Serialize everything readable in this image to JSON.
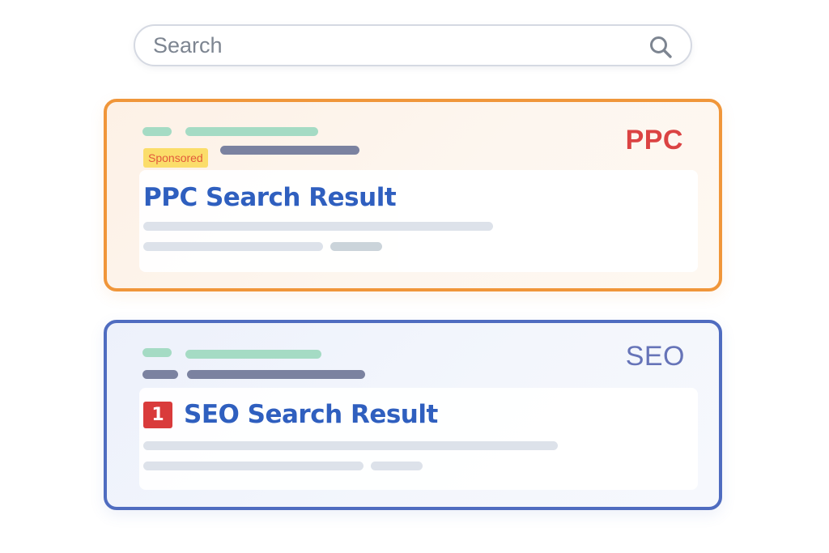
{
  "search": {
    "placeholder": "Search",
    "icon": "search-icon"
  },
  "ppc_card": {
    "label": "PPC",
    "badge": "Sponsored",
    "title": "PPC Search Result",
    "accent": "#f0963a",
    "label_color": "#db4343"
  },
  "seo_card": {
    "label": "SEO",
    "rank": "1",
    "title": "SEO Search Result",
    "accent": "#4f6cc0",
    "label_color": "#6674b8"
  },
  "colors": {
    "title_blue": "#2f5fbf",
    "placeholder_bar_green": "#a5dbc4",
    "placeholder_bar_slate": "#7b82a0",
    "placeholder_bar_light": "#dde2ea",
    "sponsored_bg": "#fbdd6a",
    "rank_bg": "#d93b3b"
  }
}
